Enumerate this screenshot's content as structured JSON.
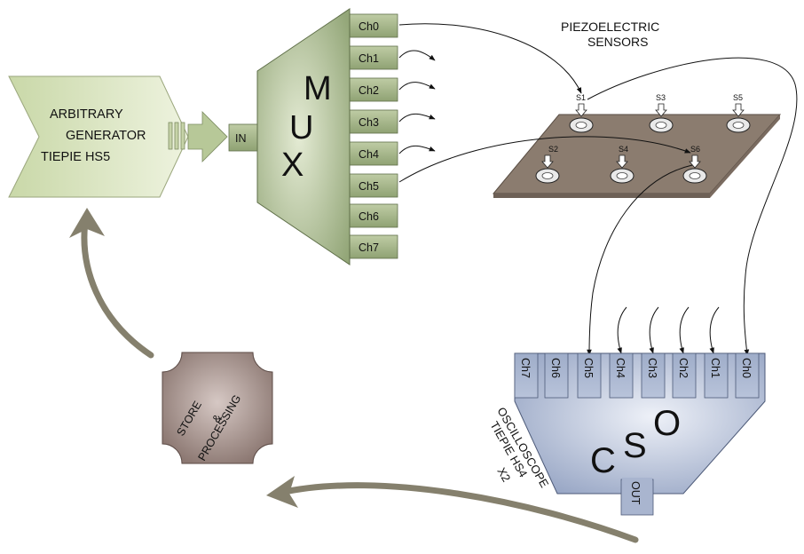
{
  "generator": {
    "lines": [
      "ARBITRARY",
      "GENERATOR",
      "TIEPIE HS5"
    ],
    "input_label": "IN"
  },
  "mux": {
    "letters": [
      "M",
      "U",
      "X"
    ],
    "channels": [
      "Ch0",
      "Ch1",
      "Ch2",
      "Ch3",
      "Ch4",
      "Ch5",
      "Ch6",
      "Ch7"
    ]
  },
  "sensors": {
    "title_lines": [
      "PIEZOELECTRIC",
      "SENSORS"
    ],
    "labels": [
      "S1",
      "S2",
      "S3",
      "S4",
      "S5",
      "S6"
    ]
  },
  "oscilloscope": {
    "letters": [
      "O",
      "S",
      "C"
    ],
    "channels": [
      "Ch7",
      "Ch6",
      "Ch5",
      "Ch4",
      "Ch3",
      "Ch2",
      "Ch1",
      "Ch0"
    ],
    "name_lines": [
      "OSCILLOSCOPE",
      "TIEPIE HS4",
      "X2"
    ],
    "out_label": "OUT"
  },
  "processing": {
    "lines": [
      "STORE",
      "&",
      "PROCESSING"
    ]
  },
  "colors": {
    "generator_fill": "#dde8c4",
    "mux_fill": "#a4b58a",
    "sensor_plate": "#8b7c6f",
    "oscilloscope_fill": "#a9b5cf",
    "processing_fill": "#9c8a86",
    "flow_arrow": "#85806d"
  }
}
